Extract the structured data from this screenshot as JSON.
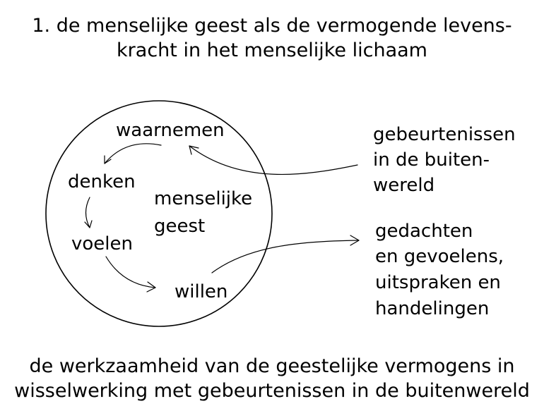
{
  "title": {
    "line1": "1. de menselijke geest als de vermogende levens-",
    "line2": "kracht in het menselijke lichaam"
  },
  "circle": {
    "faculties": [
      "waarnemen",
      "denken",
      "voelen",
      "willen"
    ],
    "center_line1": "menselijke",
    "center_line2": "geest"
  },
  "external": {
    "input_lines": [
      "gebeurtenissen",
      "in de buiten-",
      "wereld"
    ],
    "output_lines": [
      "gedachten",
      "en gevoelens,",
      "uitspraken en",
      "handelingen"
    ]
  },
  "caption": {
    "line1": "de werkzaamheid van de geestelijke vermogens in",
    "line2": "wisselwerking met gebeurtenissen in de buitenwereld"
  }
}
